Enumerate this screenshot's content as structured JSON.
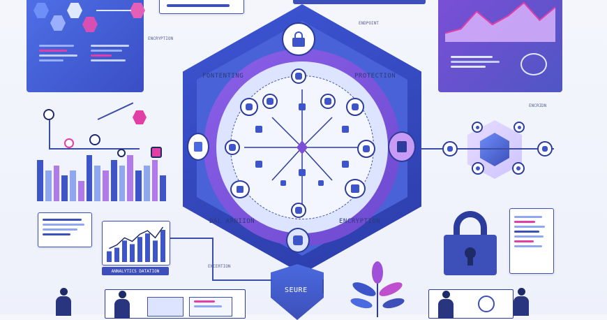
{
  "labels": {
    "top_right": "ENDPOINT",
    "top_left": "ENCRYPTION",
    "hex_left": "FONTENTING",
    "hex_right": "PROTECTION",
    "hex_bottom_left": "DAL ARNIION",
    "hex_bottom_right": "ENCRYPTION",
    "chart_caption": "ANNALYTICS DATATION",
    "bottom_center_label": "ENCERTION",
    "right_small": "ENCRIDN",
    "shield_text": "SEURE"
  },
  "colors": {
    "primary": "#3d4fb8",
    "purple": "#7b4fd6",
    "navy": "#1f2b66",
    "accent_pink": "#e23fa6",
    "light_blue": "#8fa6f0"
  },
  "left_bar_chart": {
    "values": [
      8,
      6,
      7,
      5,
      6,
      4,
      9,
      7,
      6,
      8,
      7,
      9,
      6,
      7,
      8,
      5
    ]
  },
  "center_chart": {
    "values": [
      3,
      4,
      6,
      5,
      7,
      8,
      6,
      9
    ]
  },
  "top_right_chart": {
    "values": [
      2,
      3,
      7,
      4,
      6,
      9,
      5,
      8
    ]
  },
  "icons": [
    "lock-icon",
    "padlock-icon",
    "shield-icon",
    "plant-icon",
    "network-icon",
    "document-icon"
  ]
}
